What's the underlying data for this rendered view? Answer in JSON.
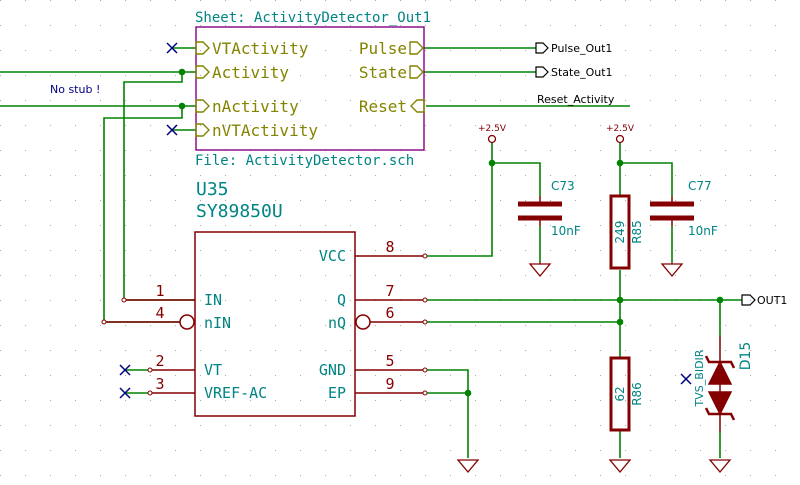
{
  "sheet": {
    "name": "Sheet: ActivityDetector_Out1",
    "file": "File: ActivityDetector.sch",
    "pins_left": [
      "VTActivity",
      "Activity",
      "nActivity",
      "nVTActivity"
    ],
    "pins_right": [
      "Pulse",
      "State",
      "Reset"
    ]
  },
  "note": "No stub !",
  "labels": {
    "pulse_out": "Pulse_Out1",
    "state_out": "State_Out1",
    "reset": "Reset_Activity",
    "out": "OUT1"
  },
  "power": {
    "rail1": "+2.5V",
    "rail2": "+2.5V"
  },
  "u35": {
    "ref": "U35",
    "value": "SY89850U",
    "pins": {
      "in_num": "1",
      "in_name": "IN",
      "nin_num": "4",
      "nin_name": "nIN",
      "vt_num": "2",
      "vt_name": "VT",
      "vref_num": "3",
      "vref_name": "VREF-AC",
      "vcc_num": "8",
      "vcc_name": "VCC",
      "q_num": "7",
      "q_name": "Q",
      "nq_num": "6",
      "nq_name": "nQ",
      "gnd_num": "5",
      "gnd_name": "GND",
      "ep_num": "9",
      "ep_name": "EP"
    }
  },
  "c73": {
    "ref": "C73",
    "value": "10nF"
  },
  "c77": {
    "ref": "C77",
    "value": "10nF"
  },
  "r85": {
    "ref": "R85",
    "value": "249"
  },
  "r86": {
    "ref": "R86",
    "value": "62"
  },
  "d15": {
    "ref": "D15",
    "value": "TVS_BIDIR"
  },
  "colors": {
    "wire": "#008400",
    "component": "#840000",
    "sheet_border": "#840084",
    "sheet_text": "#008484",
    "label": "#000000",
    "no_connect": "#000084",
    "power": "#840000",
    "hier_pin": "#848400"
  }
}
